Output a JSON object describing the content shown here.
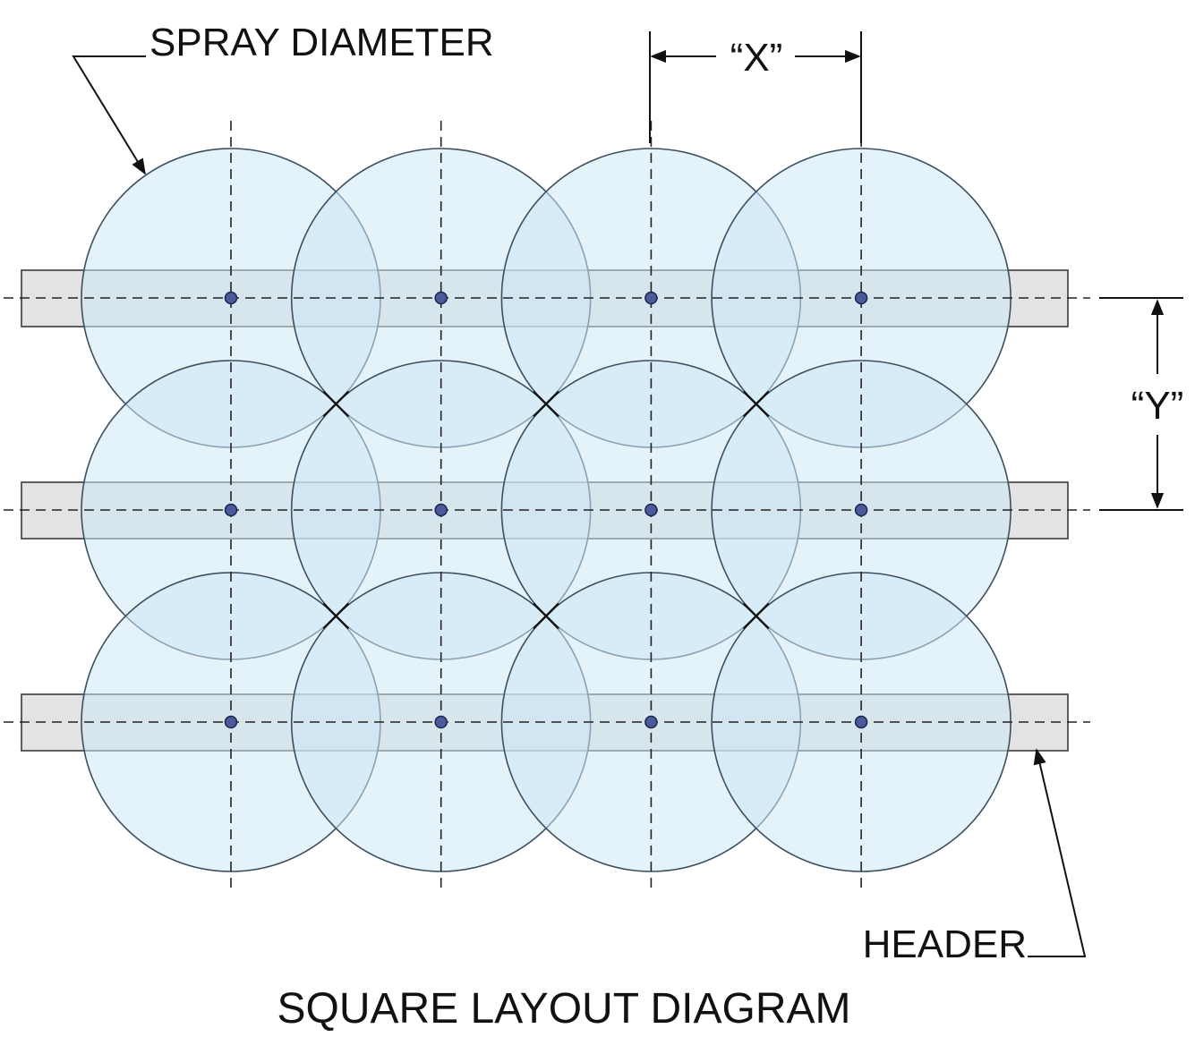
{
  "labels": {
    "spray_diameter": "SPRAY DIAMETER",
    "header": "HEADER",
    "dim_x": "“X”",
    "dim_y": "“Y”",
    "title": "SQUARE LAYOUT DIAGRAM"
  },
  "layout": {
    "columns": 4,
    "rows": 3
  },
  "colors": {
    "spray_fill": "#cde7f5",
    "spray_stroke": "#3c4f5e",
    "header_fill": "#e3e3e3",
    "nozzle": "#4a5a9a"
  }
}
